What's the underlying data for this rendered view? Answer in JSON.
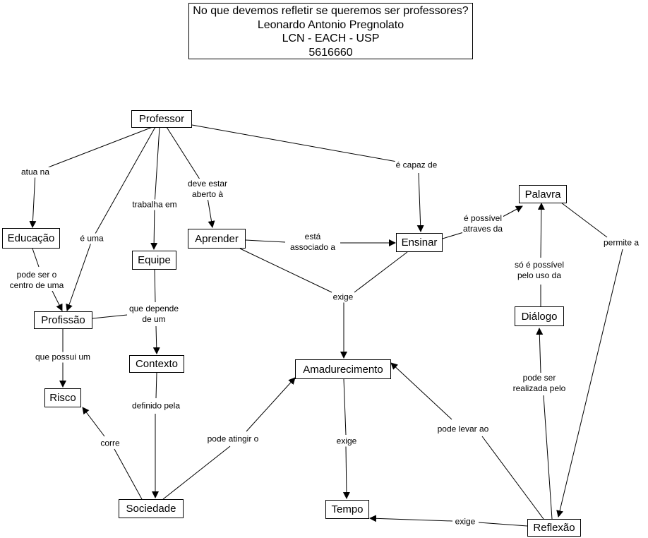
{
  "title": {
    "lines": [
      "No que devemos refletir se queremos ser professores?",
      "Leonardo Antonio Pregnolato",
      "LCN - EACH - USP",
      "5616660"
    ]
  },
  "nodes": {
    "professor": "Professor",
    "educacao": "Educação",
    "profissao": "Profissão",
    "risco": "Risco",
    "equipe": "Equipe",
    "contexto": "Contexto",
    "sociedade": "Sociedade",
    "aprender": "Aprender",
    "amadurecimento": "Amadurecimento",
    "tempo": "Tempo",
    "ensinar": "Ensinar",
    "palavra": "Palavra",
    "dialogo": "Diálogo",
    "reflexao": "Reflexão"
  },
  "links": {
    "atua_na": [
      "atua na"
    ],
    "e_uma": [
      "é uma"
    ],
    "trabalha_em": [
      "trabalha em"
    ],
    "deve_estar_aberto": [
      "deve estar",
      "aberto à"
    ],
    "e_capaz_de": [
      "é capaz de"
    ],
    "pode_ser_centro": [
      "pode ser o",
      "centro de uma"
    ],
    "que_possui_um": [
      "que possui um"
    ],
    "que_depende": [
      "que depende",
      "de um"
    ],
    "definido_pela": [
      "definido pela"
    ],
    "corre": [
      "corre"
    ],
    "pode_atingir": [
      "pode atingir o"
    ],
    "esta_associado": [
      "está",
      "associado a"
    ],
    "exige_1": [
      "exige"
    ],
    "exige_2": [
      "exige"
    ],
    "exige_3": [
      "exige"
    ],
    "possivel_atraves": [
      "é possível",
      "atraves da"
    ],
    "permite_a": [
      "permite a"
    ],
    "so_possivel": [
      "só é possível",
      "pelo uso da"
    ],
    "pode_ser_realizada": [
      "pode ser",
      "realizada pelo"
    ],
    "pode_levar_ao": [
      "pode levar ao"
    ]
  }
}
